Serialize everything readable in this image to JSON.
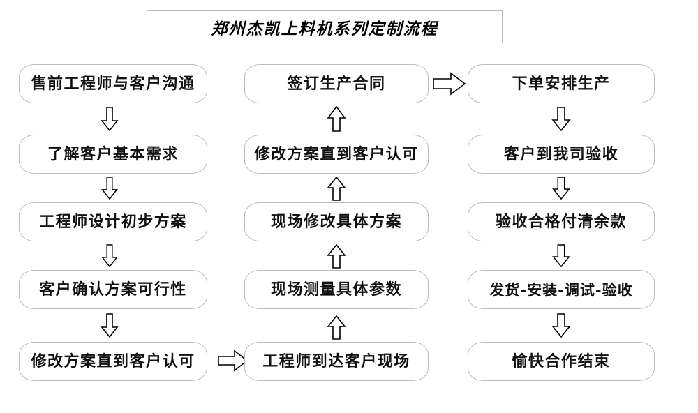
{
  "title": {
    "text": "郑州杰凯上料机系列定制流程"
  },
  "columns": [
    {
      "id": "column-left",
      "nodes": [
        {
          "id": "node-presales-communication",
          "label": "售前工程师与客户沟通"
        },
        {
          "id": "node-understand-needs",
          "label": "了解客户基本需求"
        },
        {
          "id": "node-engineer-initial-plan",
          "label": "工程师设计初步方案"
        },
        {
          "id": "node-customer-confirm-feasibility",
          "label": "客户确认方案可行性"
        },
        {
          "id": "node-revise-until-approved-left",
          "label": "修改方案直到客户认可"
        }
      ]
    },
    {
      "id": "column-middle",
      "nodes": [
        {
          "id": "node-sign-production-contract",
          "label": "签订生产合同"
        },
        {
          "id": "node-revise-until-approved-middle",
          "label": "修改方案直到客户认可"
        },
        {
          "id": "node-onsite-revise-plan",
          "label": "现场修改具体方案"
        },
        {
          "id": "node-onsite-measure-parameters",
          "label": "现场测量具体参数"
        },
        {
          "id": "node-engineer-arrives-onsite",
          "label": "工程师到达客户现场"
        }
      ]
    },
    {
      "id": "column-right",
      "nodes": [
        {
          "id": "node-place-order-production",
          "label": "下单安排生产"
        },
        {
          "id": "node-customer-inspection",
          "label": "客户到我司验收"
        },
        {
          "id": "node-pay-balance",
          "label": "验收合格付清余款"
        },
        {
          "id": "node-ship-install-debug-accept",
          "label": "发货-安装-调试-验收"
        },
        {
          "id": "node-happy-cooperation-end",
          "label": "愉快合作结束"
        }
      ]
    }
  ],
  "arrows": [
    {
      "id": "arrow-left-1-2",
      "direction": "down"
    },
    {
      "id": "arrow-left-2-3",
      "direction": "down"
    },
    {
      "id": "arrow-left-3-4",
      "direction": "down"
    },
    {
      "id": "arrow-left-4-5",
      "direction": "down"
    },
    {
      "id": "arrow-left-to-middle",
      "direction": "right"
    },
    {
      "id": "arrow-middle-5-4",
      "direction": "up"
    },
    {
      "id": "arrow-middle-4-3",
      "direction": "up"
    },
    {
      "id": "arrow-middle-3-2",
      "direction": "up"
    },
    {
      "id": "arrow-middle-2-1",
      "direction": "up"
    },
    {
      "id": "arrow-middle-to-right",
      "direction": "right"
    },
    {
      "id": "arrow-right-1-2",
      "direction": "down"
    },
    {
      "id": "arrow-right-2-3",
      "direction": "down"
    },
    {
      "id": "arrow-right-3-4",
      "direction": "down"
    },
    {
      "id": "arrow-right-4-5",
      "direction": "down"
    }
  ],
  "colors": {
    "background": "#ffffff",
    "box_border": "#bdbdbd",
    "title_border": "#b9b9b9",
    "text": "#111111",
    "arrow_stroke": "#000000",
    "arrow_fill": "#ffffff"
  }
}
